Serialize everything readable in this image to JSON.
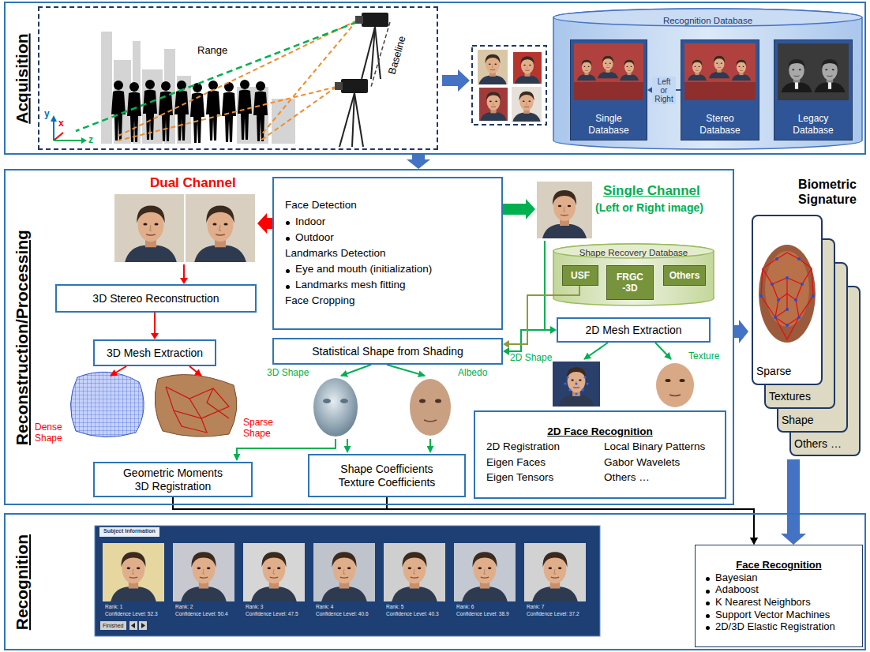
{
  "diagram": {
    "nodes": [
      {
        "text": [
          "Acquisition"
        ]
      },
      {
        "text": [
          "Range",
          "Baseline"
        ],
        "in": 0
      },
      {
        "text": [
          "Recognition Database"
        ],
        "in": 0
      },
      {
        "text": [
          "Single Database"
        ],
        "in": 2
      },
      {
        "text": [
          "Stereo Database"
        ],
        "in": 2
      },
      {
        "text": [
          "Legacy Database"
        ],
        "in": 2
      },
      {
        "text": [
          "Reconstruction/Processing"
        ]
      },
      {
        "text": [
          "Face Detection",
          "Indoor",
          "Outdoor",
          "Landmarks Detection",
          "Eye and mouth (initialization)",
          "Landmarks mesh fitting",
          "Face Cropping"
        ],
        "in": 6
      },
      {
        "text": [
          "Dual Channel"
        ],
        "in": 6
      },
      {
        "text": [
          "Single Channel",
          "(Left or Right image)"
        ],
        "in": 6
      },
      {
        "text": [
          "3D Stereo Reconstruction"
        ],
        "in": 6
      },
      {
        "text": [
          "3D Mesh Extraction"
        ],
        "in": 6
      },
      {
        "text": [
          "Shape Recovery Database"
        ],
        "in": 6
      },
      {
        "text": [
          "USF"
        ],
        "in": 12
      },
      {
        "text": [
          "FRGC -3D"
        ],
        "in": 12
      },
      {
        "text": [
          "Others"
        ],
        "in": 12
      },
      {
        "text": [
          "Statistical Shape from Shading"
        ],
        "in": 6
      },
      {
        "text": [
          "2D Mesh Extraction"
        ],
        "in": 6
      },
      {
        "text": [
          "Geometric Moments 3D Registration"
        ],
        "in": 6
      },
      {
        "text": [
          "Shape Coefficients Texture Coefficients"
        ],
        "in": 6
      },
      {
        "text": [
          "2D Face Recognition",
          "2D Registration",
          "Local Binary Patterns",
          "Eigen Faces",
          "Gabor Wavelets",
          "Eigen Tensors",
          "Others …"
        ],
        "in": 6
      },
      {
        "text": [
          "Biometric Signature"
        ]
      },
      {
        "text": [
          "Sparse"
        ],
        "in": 21
      },
      {
        "text": [
          "Textures"
        ],
        "in": 21
      },
      {
        "text": [
          "Shape"
        ],
        "in": 21
      },
      {
        "text": [
          "Others …"
        ],
        "in": 21
      },
      {
        "text": [
          "Recognition"
        ]
      },
      {
        "text": [
          "Subject Information"
        ],
        "in": 26
      },
      {
        "text": [
          "Face Recognition",
          "Bayesian",
          "Adaboost",
          "K Nearest Neighbors",
          "Support Vector Machines",
          "2D/3D Elastic Registration"
        ],
        "in": 26
      }
    ],
    "edges": [
      {
        "from": 4,
        "to": 3,
        "label": "Left or Right",
        "arrow": "to"
      },
      {
        "from": 0,
        "to": 6,
        "arrow": "to"
      },
      {
        "from": 7,
        "to": 8,
        "arrow": "to"
      },
      {
        "from": 7,
        "to": 9,
        "arrow": "to"
      },
      {
        "from": 8,
        "to": 10,
        "arrow": "to"
      },
      {
        "from": 10,
        "to": 11,
        "arrow": "to"
      },
      {
        "from": 9,
        "to": 16,
        "arrow": "to"
      },
      {
        "from": 9,
        "to": 17,
        "arrow": "to"
      },
      {
        "from": 13,
        "to": 16,
        "arrow": "to"
      },
      {
        "from": 6,
        "to": 21,
        "arrow": "to"
      },
      {
        "from": 21,
        "to": 28,
        "arrow": "to"
      },
      {
        "from": 18,
        "to": 28,
        "arrow": "to"
      },
      {
        "from": 19,
        "to": 28,
        "arrow": "to"
      }
    ],
    "labels": [
      "y",
      "x",
      "z",
      "Dense Shape",
      "Sparse Shape",
      "3D Shape",
      "Albedo",
      "2D Shape",
      "Texture",
      "Rank: 1",
      "Confidence Level: 52.3",
      "Rank: 2",
      "Confidence Level: 50.4",
      "Rank: 3",
      "Confidence Level: 47.5",
      "Rank: 4",
      "Confidence Level: 40.6",
      "Rank: 5",
      "Confidence Level: 40.3",
      "Rank: 6",
      "Confidence Level: 38.9",
      "Rank: 7",
      "Confidence Level: 37.2",
      "Finished"
    ]
  }
}
